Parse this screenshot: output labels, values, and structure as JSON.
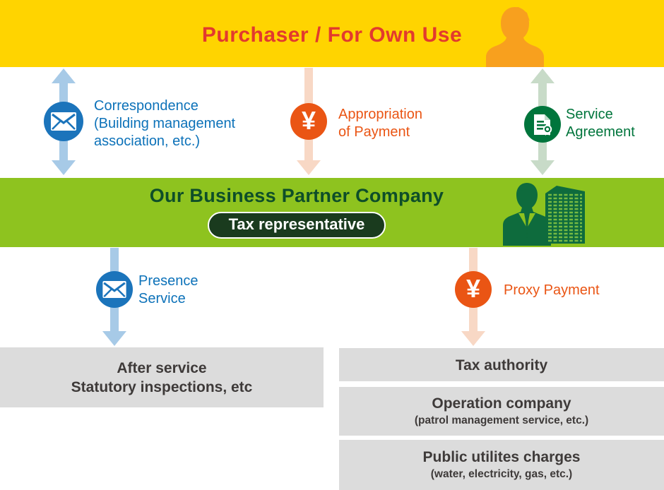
{
  "palette": {
    "banner_yellow": "#FFD400",
    "banner_green": "#8EC31F",
    "title_red": "#E23A2E",
    "blue": "#0D72B9",
    "blue_circle": "#1B74BB",
    "blue_arrow": "#A7CAE7",
    "orange": "#EA5514",
    "orange_arrow": "#F8D8C5",
    "green_dark": "#00753C",
    "green_arrow": "#C8DBC8",
    "mid_title_green": "#0E4E29",
    "pill_green": "#1A3B1E",
    "person_orange": "#F8A01E",
    "silhouette_green": "#0E6B3D",
    "box_gray": "#DCDCDC",
    "box_text_gray": "#3E3A39"
  },
  "top_banner": {
    "title": "Purchaser / For Own Use"
  },
  "middle_banner": {
    "title": "Our Business Partner Company",
    "badge": "Tax representative"
  },
  "flows_top": [
    {
      "id": "correspondence",
      "icon": "envelope-icon",
      "arrow": "double",
      "lines": [
        "Correspondence",
        "(Building management",
        "association, etc.)"
      ]
    },
    {
      "id": "appropriation-of-payment",
      "icon": "yen-icon",
      "arrow": "down",
      "lines": [
        "Appropriation",
        "of Payment"
      ]
    },
    {
      "id": "service-agreement",
      "icon": "contract-icon",
      "arrow": "double",
      "lines": [
        "Service",
        "Agreement"
      ]
    }
  ],
  "flows_bottom": [
    {
      "id": "presence-service",
      "icon": "envelope-icon",
      "arrow": "down",
      "lines": [
        "Presence",
        "Service"
      ]
    },
    {
      "id": "proxy-payment",
      "icon": "yen-icon",
      "arrow": "down",
      "lines": [
        "Proxy Payment"
      ]
    }
  ],
  "destination_boxes": {
    "left": {
      "lines": [
        "After service",
        "Statutory inspections, etc"
      ]
    },
    "right": [
      {
        "main": "Tax authority",
        "sub": ""
      },
      {
        "main": "Operation company",
        "sub": "(patrol management service, etc.)"
      },
      {
        "main": "Public utilites charges",
        "sub": "(water, electricity, gas, etc.)"
      }
    ]
  },
  "icons": {
    "yen_symbol": "¥"
  }
}
